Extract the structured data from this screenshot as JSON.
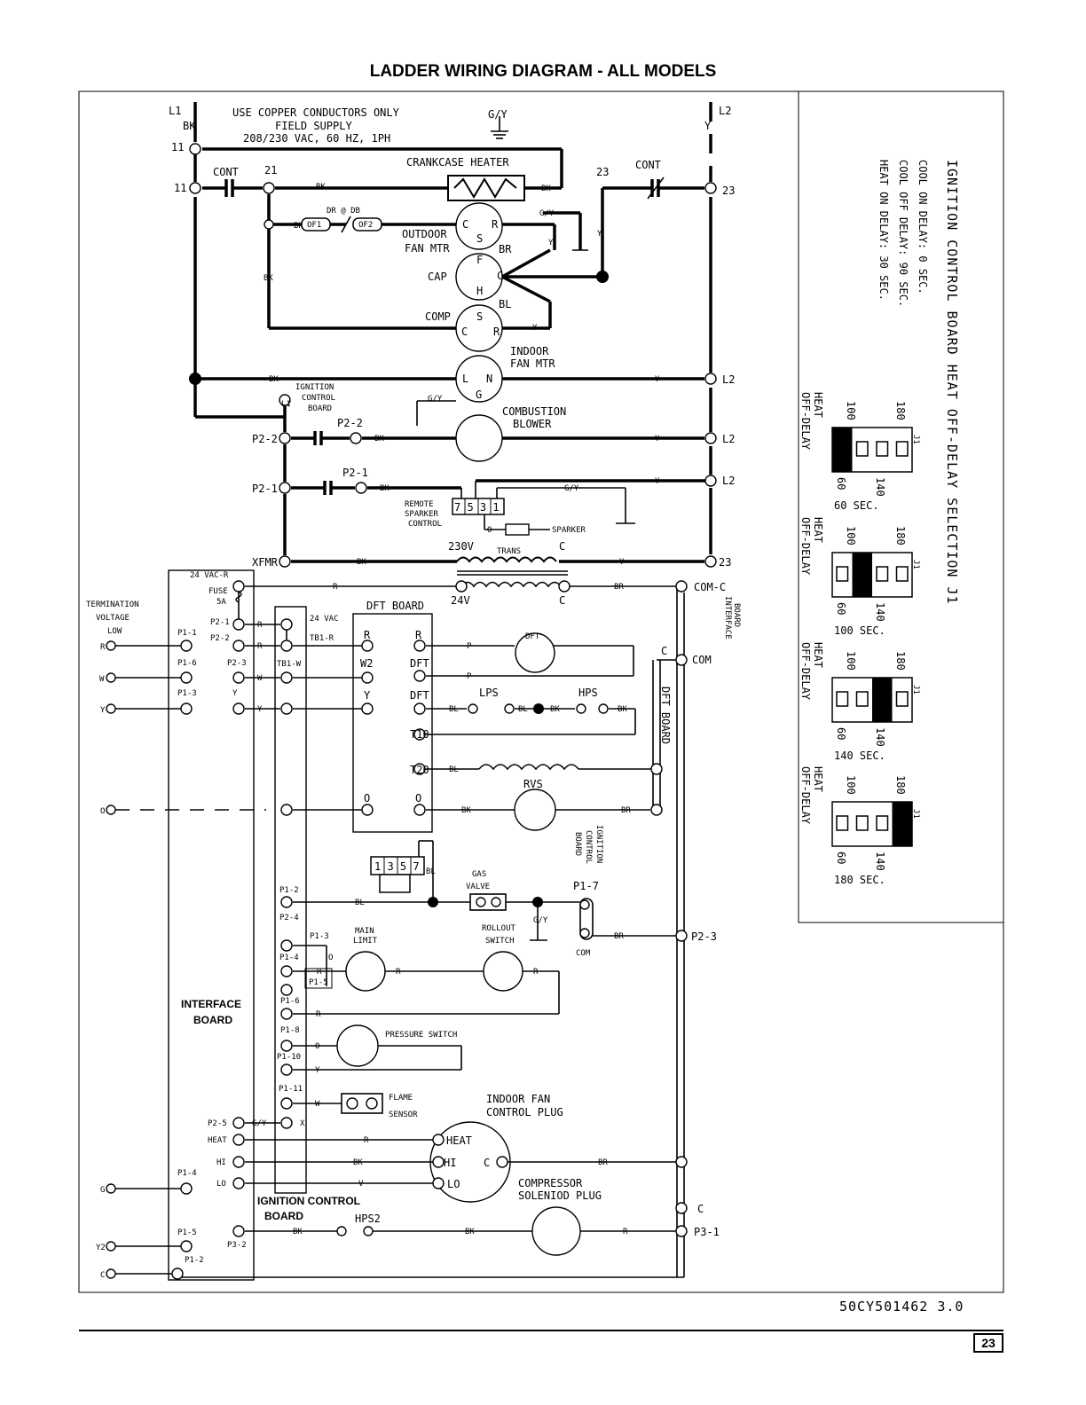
{
  "title": "LADDER WIRING DIAGRAM - ALL MODELS",
  "doc_id": "50CY501462 3.0",
  "page_number": "23",
  "supply": {
    "l1": "L1",
    "l2": "L2",
    "bk": "BK",
    "y": "Y",
    "gy": "G/Y",
    "note1": "USE COPPER CONDUCTORS ONLY",
    "note2": "FIELD SUPPLY",
    "note3": "208/230 VAC, 60 HZ, 1PH",
    "n11a": "11",
    "n11b": "11",
    "n21": "21",
    "n23a": "23",
    "n23b": "23"
  },
  "high_voltage": {
    "cont_left": "CONT",
    "cont_right": "CONT",
    "crankcase_heater": "CRANKCASE HEATER",
    "dr_db": "DR @ DB",
    "of1": "OF1",
    "of2": "OF2",
    "outdoor_fan_1": "OUTDOOR",
    "outdoor_fan_2": "FAN MTR",
    "cap": "CAP",
    "comp": "COMP",
    "indoor_fan_1": "INDOOR",
    "indoor_fan_2": "FAN MTR",
    "ign_board_1": "IGNITION",
    "ign_board_2": "CONTROL",
    "ign_board_3": "BOARD",
    "combustion_1": "COMBUSTION",
    "combustion_2": "BLOWER",
    "p2_2": "P2-2",
    "p2_1": "P2-1",
    "xfmr": "XFMR",
    "remote_1": "REMOTE",
    "remote_2": "SPARKER",
    "remote_3": "CONTROL",
    "sparker": "SPARKER",
    "pins_7531": "7 5 3 1",
    "v230": "230V",
    "trans": "TRANS",
    "v24": "24V",
    "c": "C",
    "r": "R",
    "s": "S",
    "f": "F",
    "h": "H",
    "l": "L",
    "n": "N",
    "g": "G",
    "br": "BR",
    "bl": "BL",
    "o": "O",
    "p": "P",
    "w": "W"
  },
  "low_voltage": {
    "vac24r": "24 VAC-R",
    "fuse": "FUSE",
    "fuse_a": "5A",
    "termination_1": "TERMINATION",
    "termination_2": "VOLTAGE",
    "termination_3": "LOW",
    "term_r": "R",
    "term_w": "W",
    "term_y": "Y",
    "term_o": "O",
    "term_g": "G",
    "term_y2": "Y2",
    "term_c": "C",
    "p1_1": "P1-1",
    "p1_6": "P1-6",
    "p1_3": "P1-3",
    "p1_4": "P1-4",
    "p1_5": "P1-5",
    "p1_2": "P1-2",
    "p2_1": "P2-1",
    "p2_2": "P2-2",
    "p2_3": "P2-3",
    "p2_5": "P2-5",
    "p3_2": "P3-2",
    "vac24": "24 VAC",
    "tb1_r": "TB1-R",
    "tb1_w": "TB1-W",
    "heat": "HEAT",
    "hi": "HI",
    "lo": "LO",
    "interface_board_1": "INTERFACE",
    "interface_board_2": "BOARD",
    "ign_ctrl_board_1": "IGNITION CONTROL",
    "ign_ctrl_board_2": "BOARD",
    "dft_board": "DFT BOARD",
    "dft_r": "R",
    "dft_w2": "W2",
    "dft_y": "Y",
    "dft_o": "O",
    "dft_r2": "R",
    "dft_dft1": "DFT",
    "dft_dft2": "DFT",
    "dft_t10": "T10",
    "dft_t20": "T20",
    "dft_o2": "O",
    "dft": "DFT",
    "lps": "LPS",
    "hps": "HPS",
    "rvs": "RVS",
    "hps2": "HPS2",
    "com_c": "COM-C",
    "com": "COM",
    "c_right": "C",
    "p2_3_right": "P2-3",
    "c_low": "C",
    "p3_1": "P3-1",
    "interface_v_1": "INTERFACE",
    "interface_v_2": "BOARD",
    "dft_board_v": "DFT BOARD",
    "ign_v_1": "IGNITION",
    "ign_v_2": "CONTROL",
    "ign_v_3": "BOARD",
    "gas_1": "GAS",
    "gas_2": "VALVE",
    "pins_1357": "1 3 5 7",
    "p1_7": "P1-7",
    "com_b": "COM",
    "main_limit_1": "MAIN",
    "main_limit_2": "LIMIT",
    "rollout_1": "ROLLOUT",
    "rollout_2": "SWITCH",
    "ign_p1_2": "P1-2",
    "ign_p2_4": "P2-4",
    "ign_p1_3": "P1-3",
    "ign_p1_4": "P1-4",
    "ign_p1_5": "P1-5",
    "ign_p1_6": "P1-6",
    "ign_p1_8": "P1-8",
    "ign_p1_10": "P1-10",
    "ign_p1_11": "P1-11",
    "pressure_switch": "PRESSURE SWITCH",
    "flame_1": "FLAME",
    "flame_2": "SENSOR",
    "indoor_plug_1": "INDOOR FAN",
    "indoor_plug_2": "CONTROL PLUG",
    "comp_plug_1": "COMPRESSOR",
    "comp_plug_2": "SOLENIOD PLUG",
    "plug_heat": "HEAT",
    "plug_hi": "HI",
    "plug_c": "C",
    "plug_lo": "LO",
    "x": "X",
    "gy": "G/Y",
    "o_label": "O",
    "r_label": "R",
    "y_label": "Y",
    "v": "V",
    "bk": "BK",
    "bl": "BL",
    "br": "BR"
  },
  "j1_panel": {
    "title": "IGNITION CONTROL BOARD HEAT OFF-DELAY SELECTION J1",
    "cool_on": "COOL ON DELAY: 0 SEC.",
    "cool_off": "COOL OFF DELAY: 90 SEC.",
    "heat_on": "HEAT ON DELAY: 30 SEC.",
    "setting_label_1": "HEAT",
    "setting_label_2": "OFF-DELAY",
    "j1": "J1",
    "ticks": [
      "60",
      "100",
      "140",
      "180"
    ],
    "settings": [
      {
        "label": "60 SEC.",
        "selected": 60
      },
      {
        "label": "100 SEC.",
        "selected": 100
      },
      {
        "label": "140 SEC.",
        "selected": 140
      },
      {
        "label": "180 SEC.",
        "selected": 180
      }
    ]
  }
}
